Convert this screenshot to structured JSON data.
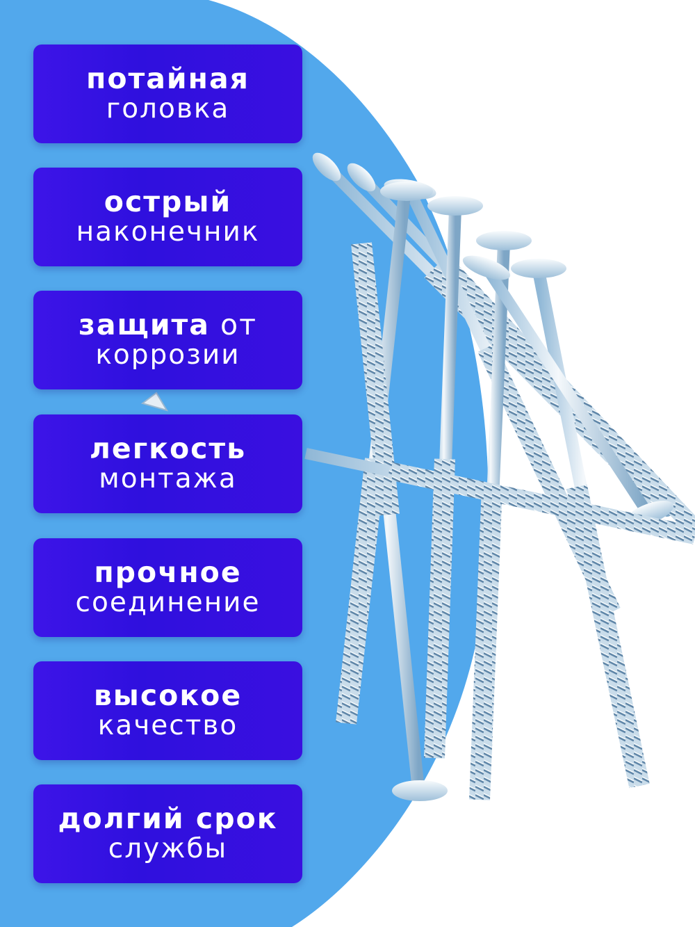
{
  "colors": {
    "circle": "#52a8ec",
    "badge": "#3510e2",
    "text": "#ffffff"
  },
  "features": [
    {
      "bold": "потайная",
      "regular": "головка"
    },
    {
      "bold": "острый",
      "regular": "наконечник"
    },
    {
      "bold": "защита",
      "bold_suffix": " от",
      "regular": "коррозии"
    },
    {
      "bold": "легкость",
      "regular": "монтажа"
    },
    {
      "bold": "прочное",
      "regular": "соединение"
    },
    {
      "bold": "высокое",
      "regular": "качество"
    },
    {
      "bold": "долгий срок",
      "regular": "службы"
    }
  ],
  "product_image": "galvanized-wood-screws"
}
